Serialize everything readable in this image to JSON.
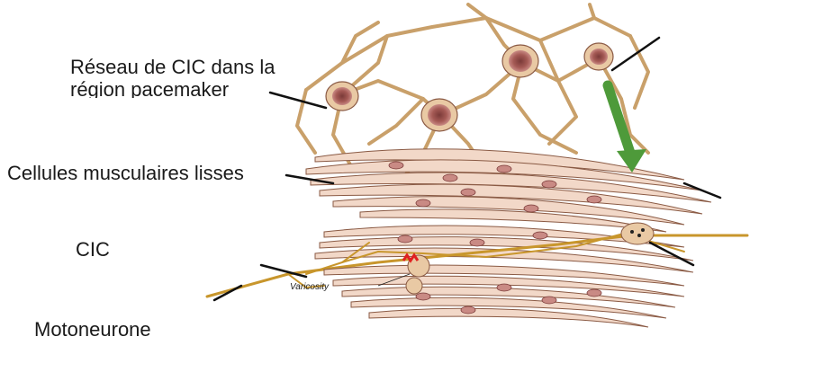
{
  "labels": {
    "reseau_line1": "Réseau de CIC dans la",
    "reseau_line2": "région pacemaker",
    "cellules": "Cellules musculaires lisses",
    "cic": "CIC",
    "motoneurone": "Motoneurone",
    "varicosity": "Varicosity"
  },
  "colors": {
    "cell_fill": "#f2d8c8",
    "cell_stroke": "#8a5a44",
    "cic_body": "#e9c9a4",
    "nucleus": "#b9716a",
    "nerve": "#c8962c",
    "arrow": "#4e9a3a",
    "release": "#e02020"
  }
}
